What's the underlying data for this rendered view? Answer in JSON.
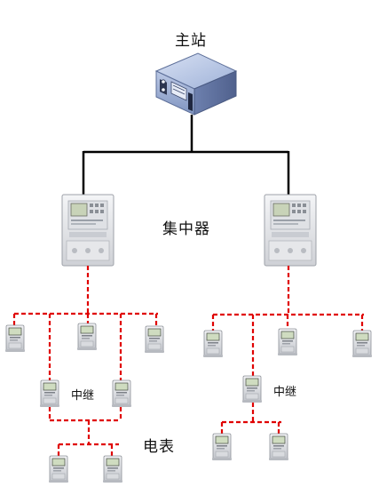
{
  "labels": {
    "master_station": "主站",
    "concentrator": "集中器",
    "relay_left": "中继",
    "relay_right": "中继",
    "meters": "电表"
  },
  "colors": {
    "backbone_line": "#000000",
    "field_line": "#e00000",
    "server_body": "#8fa3c8",
    "device_body": "#e9eaee"
  }
}
